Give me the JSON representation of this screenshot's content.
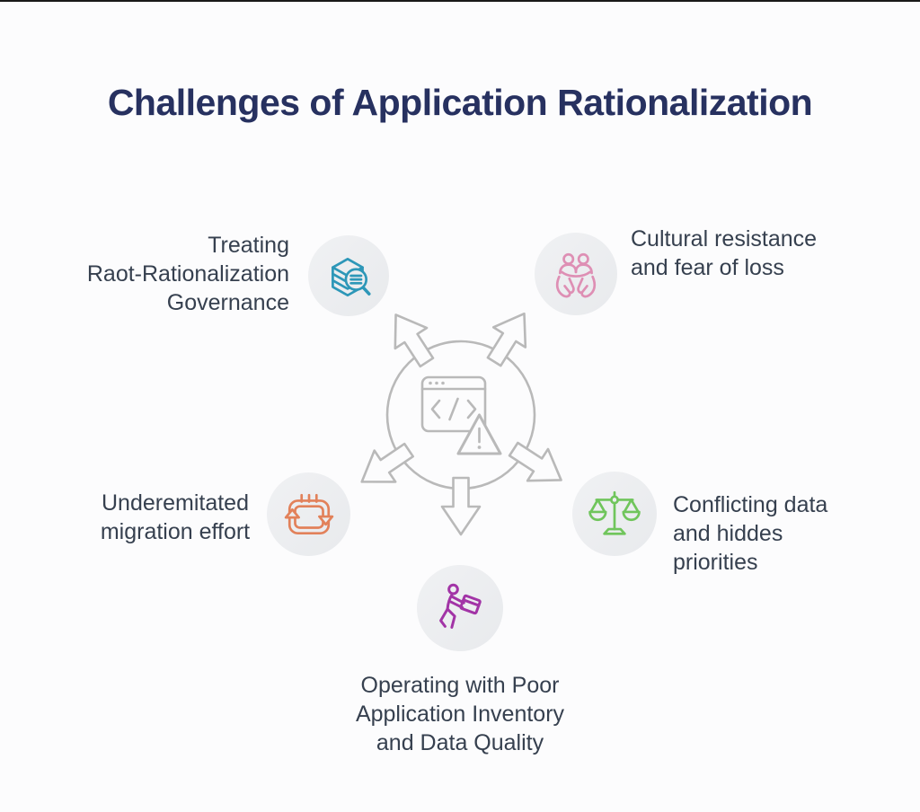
{
  "title": "Challenges of Application Rationalization",
  "colors": {
    "background": "#FCFCFD",
    "title": "#273160",
    "label": "#36404F",
    "hub": "#B9B9B9",
    "circle_bg": "#ECEDEF"
  },
  "hub": {
    "icon": "browser-code-warning-icon",
    "arrow_count": 5
  },
  "items": [
    {
      "id": "governance",
      "label": "Treating\nRaot-Rationalization\nGovernance",
      "icon": "database-search-icon",
      "color": "#2D97B8"
    },
    {
      "id": "cultural-resistance",
      "label": "Cultural resistance\nand fear of loss",
      "icon": "hands-holding-people-icon",
      "color": "#DE8FB4"
    },
    {
      "id": "migration-effort",
      "label": "Underemitated\nmigration effort",
      "icon": "calendar-refresh-icon",
      "color": "#E2815A"
    },
    {
      "id": "conflicting-data",
      "label": "Conflicting data\nand hiddes\npriorities",
      "icon": "balance-scale-icon",
      "color": "#70C55C"
    },
    {
      "id": "poor-inventory",
      "label": "Operating with Poor\nApplication Inventory\nand Data Quality",
      "icon": "person-carrying-box-icon",
      "color": "#A234A6"
    }
  ]
}
